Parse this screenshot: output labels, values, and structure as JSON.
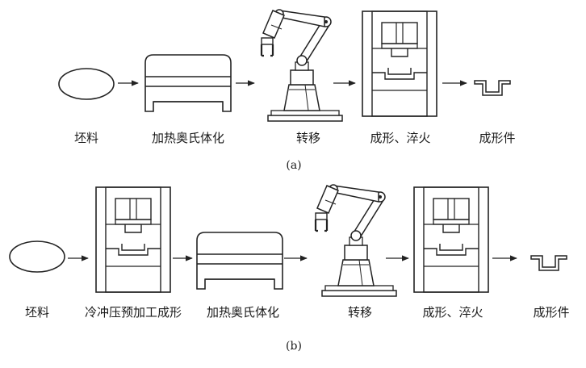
{
  "row_a": {
    "steps": [
      "坯料",
      "加热奥氏体化",
      "转移",
      "成形、淬火",
      "成形件"
    ],
    "caption": "(a)"
  },
  "row_b": {
    "steps": [
      "坯料",
      "冷冲压预加工成形",
      "加热奥氏体化",
      "转移",
      "成形、淬火",
      "成形件"
    ],
    "caption": "(b)"
  }
}
